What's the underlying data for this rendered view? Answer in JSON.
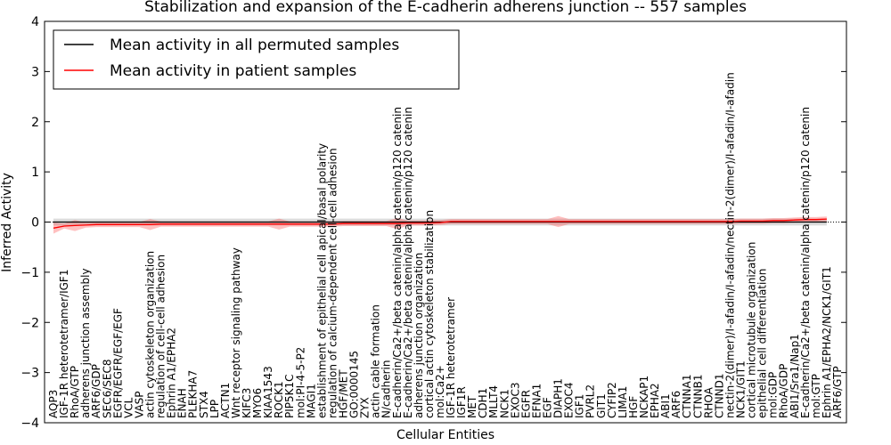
{
  "chart_data": {
    "type": "line",
    "title": "Stabilization and expansion of the E-cadherin adherens junction -- 557 samples",
    "xlabel": "Cellular Entities",
    "ylabel": "Inferred Activity",
    "ylim": [
      -4,
      4
    ],
    "yticks": [
      -4,
      -3,
      -2,
      -1,
      0,
      1,
      2,
      3,
      4
    ],
    "grid": false,
    "legend_position": "top-left",
    "categories": [
      "AQP3",
      "IGF-1R heterotetramer/IGF1",
      "RhoA/GTP",
      "adherens junction assembly",
      "ARF6/GDP",
      "SEC6/SEC8",
      "EGFR/EGFR/EGF/EGF",
      "VCL",
      "VASP",
      "actin cytoskeleton organization",
      "regulation of cell-cell adhesion",
      "Ephrin A1/EPHA2",
      "ENAH",
      "PLEKHA7",
      "STX4",
      "LPP",
      "ACTN1",
      "Wnt receptor signaling pathway",
      "KIFC3",
      "MYO6",
      "KIAA1543",
      "ROCK1",
      "PIP5K1C",
      "mol:PI-4-5-P2",
      "MAGI1",
      "establishment of epithelial cell apical/basal polarity",
      "regulation of calcium-dependent cell-cell adhesion",
      "HGF/MET",
      "GO:0000145",
      "ZYX",
      "actin cable formation",
      "N/cadherin",
      "E-cadherin/Ca2+/beta catenin/alpha catenin/p120 catenin",
      "E-cadherin/Ca2+/beta catenin/alpha catenin/p120 catenin",
      "adherens junction organization",
      "cortical actin cytoskeleton stabilization",
      "mol:Ca2+",
      "IGF-1R heterotetramer",
      "IGF1R",
      "MET",
      "CDH1",
      "MLLT4",
      "NCK1",
      "EXOC3",
      "EGFR",
      "EFNA1",
      "EGF",
      "DIAPH1",
      "EXOC4",
      "IGF1",
      "PVRL2",
      "GIT1",
      "CYFIP2",
      "LIMA1",
      "HGF",
      "NCKAP1",
      "EPHA2",
      "ABI1",
      "ARF6",
      "CTNNA1",
      "CTNNB1",
      "RHOA",
      "CTNND1",
      "nectin-2(dimer)/I-afadin/I-afadin/nectin-2(dimer)/I-afadin/I-afadin",
      "NCK1/GIT1",
      "cortical microtubule organization",
      "epithelial cell differentiation",
      "mol:GDP",
      "RhoA/GDP",
      "ABI1/Sra1/Nap1",
      "E-cadherin/Ca2+/beta catenin/alpha catenin/p120 catenin",
      "mol:GTP",
      "Ephrin A1/EPHA2/NCK1/GIT1",
      "ARF6/GTP"
    ],
    "series": [
      {
        "name": "Mean activity in all permuted samples",
        "color": "#000000",
        "values": [
          0,
          0,
          0,
          0,
          0,
          0,
          0,
          0,
          0,
          0,
          0,
          0,
          0,
          0,
          0,
          0,
          0,
          0,
          0,
          0,
          0,
          0,
          0,
          0,
          0,
          0,
          0,
          0,
          0,
          0,
          0,
          0,
          0,
          0,
          0,
          0,
          0,
          0,
          0,
          0,
          0,
          0,
          0,
          0,
          0,
          0,
          0,
          0,
          0,
          0,
          0,
          0,
          0,
          0,
          0,
          0,
          0,
          0,
          0,
          0,
          0,
          0,
          0,
          0,
          0,
          0,
          0,
          0,
          0,
          0,
          0,
          0,
          0
        ],
        "band": 0.07
      },
      {
        "name": "Mean activity in patient samples",
        "color": "#ff0000",
        "values": [
          -0.12,
          -0.08,
          -0.07,
          -0.06,
          -0.05,
          -0.05,
          -0.05,
          -0.05,
          -0.05,
          -0.05,
          -0.04,
          -0.04,
          -0.04,
          -0.04,
          -0.04,
          -0.04,
          -0.04,
          -0.04,
          -0.04,
          -0.04,
          -0.04,
          -0.04,
          -0.04,
          -0.04,
          -0.04,
          -0.04,
          -0.04,
          -0.03,
          -0.03,
          -0.03,
          -0.03,
          -0.03,
          -0.03,
          -0.02,
          -0.02,
          -0.02,
          -0.01,
          0.01,
          0.01,
          0.01,
          0.01,
          0.01,
          0.01,
          0.01,
          0.01,
          0.01,
          0.01,
          0.01,
          0.01,
          0.01,
          0.01,
          0.01,
          0.01,
          0.01,
          0.01,
          0.01,
          0.01,
          0.01,
          0.01,
          0.01,
          0.01,
          0.01,
          0.01,
          0.01,
          0.02,
          0.02,
          0.02,
          0.03,
          0.03,
          0.04,
          0.05,
          0.05,
          0.06
        ],
        "band": 0.05
      }
    ]
  }
}
